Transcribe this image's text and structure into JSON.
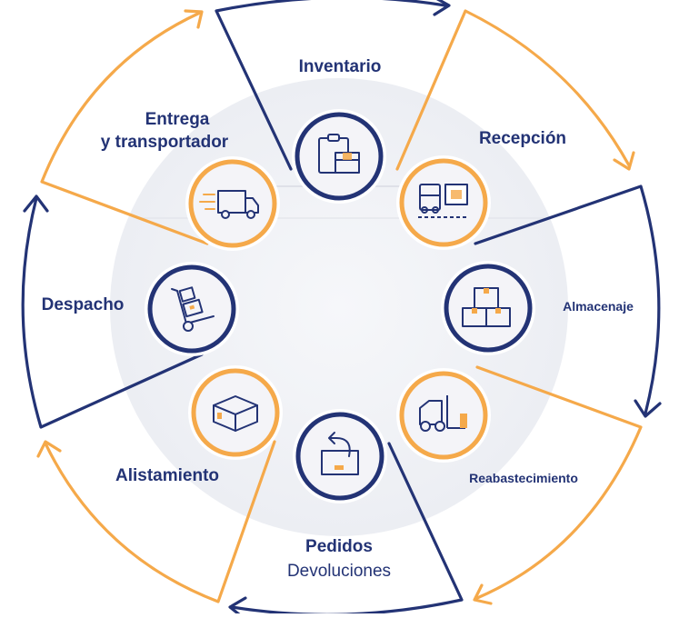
{
  "colors": {
    "navy": "#233375",
    "orange": "#f5a94a",
    "center_fill": "#f1f2f6",
    "circle_fill": "#f4f4f8"
  },
  "stages": [
    {
      "id": "inventario",
      "label": "Inventario",
      "icon": "clipboard-boxes-icon",
      "ring": "navy"
    },
    {
      "id": "recepcion",
      "label": "Recepción",
      "icon": "truck-loading-dock-icon",
      "ring": "orange"
    },
    {
      "id": "almacenaje",
      "label": "Almacenaje",
      "icon": "stacked-boxes-icon",
      "ring": "navy"
    },
    {
      "id": "reabastecimiento",
      "label": "Reabastecimiento",
      "icon": "forklift-icon",
      "ring": "orange"
    },
    {
      "id": "pedidos",
      "label": "Pedidos",
      "sublabel": "Devoluciones",
      "icon": "return-box-icon",
      "ring": "navy"
    },
    {
      "id": "alistamiento",
      "label": "Alistamiento",
      "icon": "package-icon",
      "ring": "orange"
    },
    {
      "id": "despacho",
      "label": "Despacho",
      "icon": "hand-truck-icon",
      "ring": "navy"
    },
    {
      "id": "entrega",
      "label_line1": "Entrega",
      "label_line2": "y transportador",
      "icon": "fast-delivery-truck-icon",
      "ring": "orange"
    }
  ]
}
